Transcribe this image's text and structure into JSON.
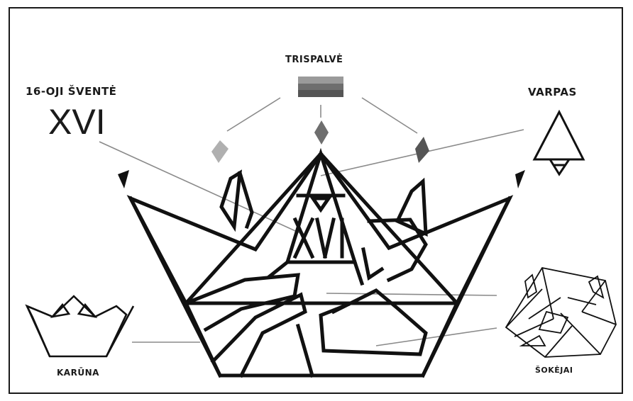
{
  "labels": {
    "trispalve": "TRISPALVĖ",
    "sventes_number": "16-OJI ŠVENTĖ",
    "roman_numeral": "XVI",
    "varpas": "VARPAS",
    "karuna": "KARŪNA",
    "sokejai": "ŠOKĖJAI"
  },
  "colors": {
    "line": "#111111",
    "leader": "#8a8a8a",
    "flag_yellow": "#9a9a9a",
    "flag_green": "#6e6e6e",
    "flag_red": "#555555"
  }
}
